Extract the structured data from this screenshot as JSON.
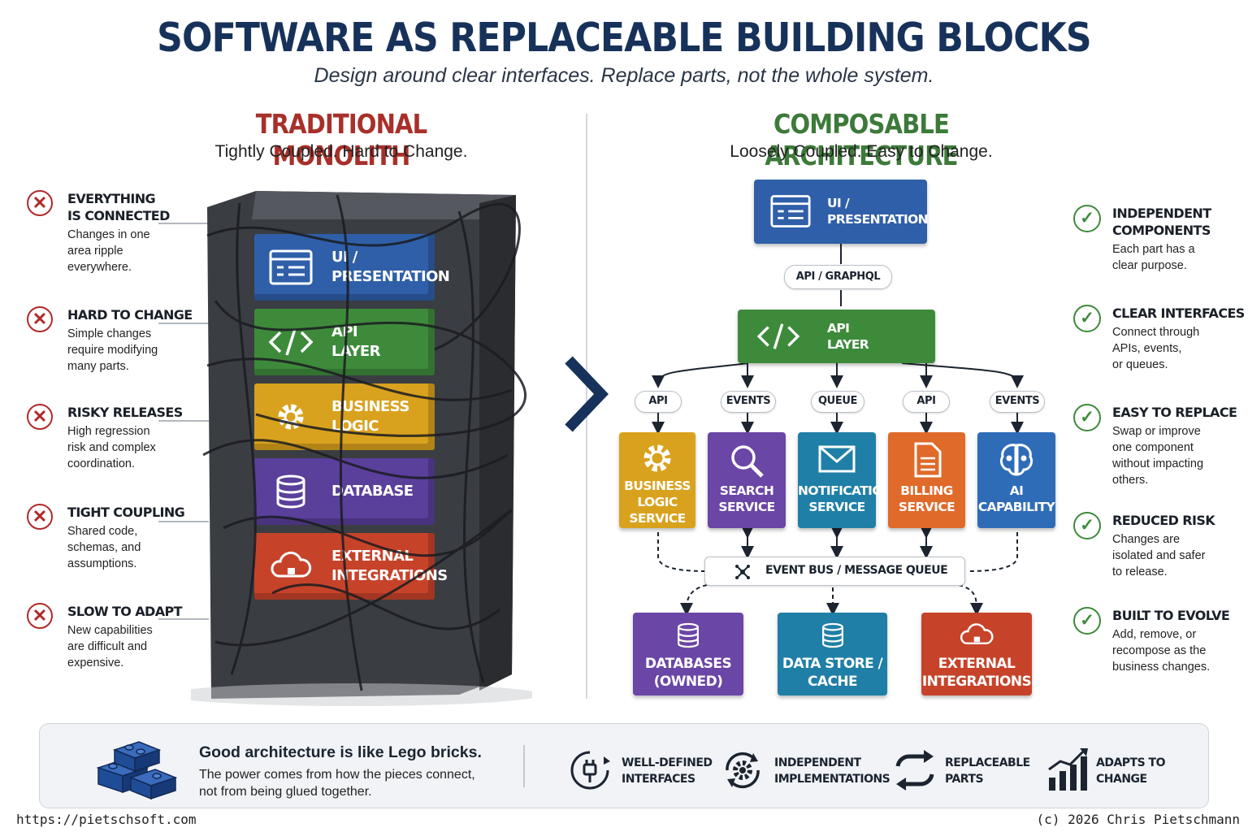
{
  "title": "SOFTWARE AS REPLACEABLE BUILDING BLOCKS",
  "subtitle": "Design around clear interfaces. Replace parts, not the whole system.",
  "monolith": {
    "title": "TRADITIONAL MONOLITH",
    "subtitle": "Tightly Coupled. Hard to Change.",
    "bricks": [
      {
        "label": "UI /\nPRESENTATION",
        "color": "#2f5fa8"
      },
      {
        "label": "API\nLAYER",
        "color": "#3e8a3b"
      },
      {
        "label": "BUSINESS\nLOGIC",
        "color": "#d9a21e"
      },
      {
        "label": "DATABASE",
        "color": "#5a3f9b"
      },
      {
        "label": "EXTERNAL\nINTEGRATIONS",
        "color": "#c6432a"
      }
    ],
    "problems": [
      {
        "title": "EVERYTHING\nIS CONNECTED",
        "body": "Changes in one\narea ripple\neverywhere."
      },
      {
        "title": "HARD TO CHANGE",
        "body": "Simple changes\nrequire modifying\nmany parts."
      },
      {
        "title": "RISKY RELEASES",
        "body": "High regression\nrisk and complex\ncoordination."
      },
      {
        "title": "TIGHT COUPLING",
        "body": "Shared code,\nschemas, and\nassumptions."
      },
      {
        "title": "SLOW TO ADAPT",
        "body": "New capabilities\nare difficult and\nexpensive."
      }
    ]
  },
  "composable": {
    "title": "COMPOSABLE ARCHITECTURE",
    "subtitle": "Loosely Coupled. Easy to Change.",
    "ui": "UI /\nPRESENTATION",
    "gateway_pill": "API / GRAPHQL",
    "api": "API\nLAYER",
    "connectors": [
      "API",
      "EVENTS",
      "QUEUE",
      "API",
      "EVENTS"
    ],
    "services": [
      {
        "label": "BUSINESS\nLOGIC\nSERVICE",
        "color": "#d9a21e",
        "icon": "gear-icon"
      },
      {
        "label": "SEARCH\nSERVICE",
        "color": "#6a46a6",
        "icon": "search-icon"
      },
      {
        "label": "NOTIFICATION\nSERVICE",
        "color": "#1f7fa6",
        "icon": "envelope-icon"
      },
      {
        "label": "BILLING\nSERVICE",
        "color": "#e06a2a",
        "icon": "document-icon"
      },
      {
        "label": "AI\nCAPABILITY",
        "color": "#2f6cb8",
        "icon": "brain-icon"
      }
    ],
    "bus": "EVENT BUS / MESSAGE QUEUE",
    "stores": [
      {
        "label": "DATABASES\n(OWNED)",
        "color": "#6a46a6"
      },
      {
        "label": "DATA STORE /\nCACHE",
        "color": "#1f7fa6"
      },
      {
        "label": "EXTERNAL\nINTEGRATIONS",
        "color": "#c6432a"
      }
    ],
    "benefits": [
      {
        "title": "INDEPENDENT\nCOMPONENTS",
        "body": "Each part has a\nclear purpose."
      },
      {
        "title": "CLEAR INTERFACES",
        "body": "Connect through\nAPIs, events,\nor queues."
      },
      {
        "title": "EASY TO REPLACE",
        "body": "Swap or improve\none component\nwithout impacting\nothers."
      },
      {
        "title": "REDUCED RISK",
        "body": "Changes are\nisolated and safer\nto release."
      },
      {
        "title": "BUILT TO EVOLVE",
        "body": "Add, remove, or\nrecompose as the\nbusiness changes."
      }
    ]
  },
  "footer": {
    "headline": "Good architecture is like Lego bricks.",
    "body": "The power comes from how the pieces connect,\nnot from being glued together.",
    "features": [
      {
        "label": "WELL-DEFINED\nINTERFACES",
        "icon": "plug-icon"
      },
      {
        "label": "INDEPENDENT\nIMPLEMENTATIONS",
        "icon": "gear-cycle-icon"
      },
      {
        "label": "REPLACEABLE\nPARTS",
        "icon": "swap-arrows-icon"
      },
      {
        "label": "ADAPTS TO\nCHANGE",
        "icon": "growth-chart-icon"
      }
    ]
  },
  "credits": {
    "url": "https://pietschsoft.com",
    "copyright": "(c) 2026 Chris Pietschmann"
  },
  "colors": {
    "navy": "#17325a",
    "red": "#a8302a",
    "green": "#3d7a3a"
  }
}
